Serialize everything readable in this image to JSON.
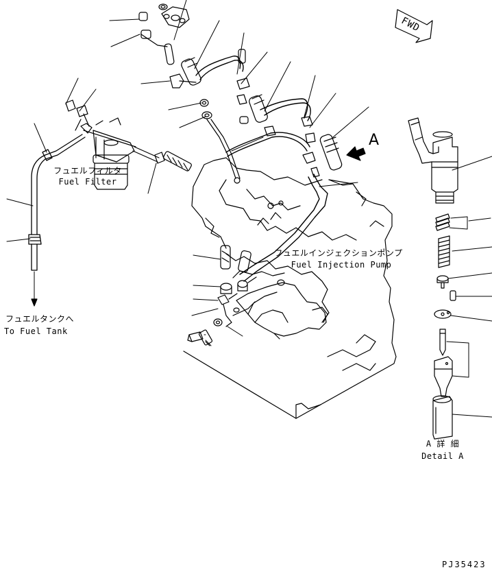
{
  "labels": {
    "fuel_filter_jp": "フュエルフィルタ",
    "fuel_filter_en": "Fuel Filter",
    "fuel_injection_pump_jp": "フュエルインジェクションポンプ",
    "fuel_injection_pump_en": "Fuel Injection Pump",
    "to_fuel_tank_jp": "フュエルタンクへ",
    "to_fuel_tank_en": "To Fuel Tank",
    "detail_a_jp": "A 詳 細",
    "detail_a_en": "Detail A",
    "view_a": "A",
    "fwd": "FWD",
    "part_code": "PJ35423"
  },
  "colors": {
    "line": "#000000",
    "background": "#ffffff"
  }
}
